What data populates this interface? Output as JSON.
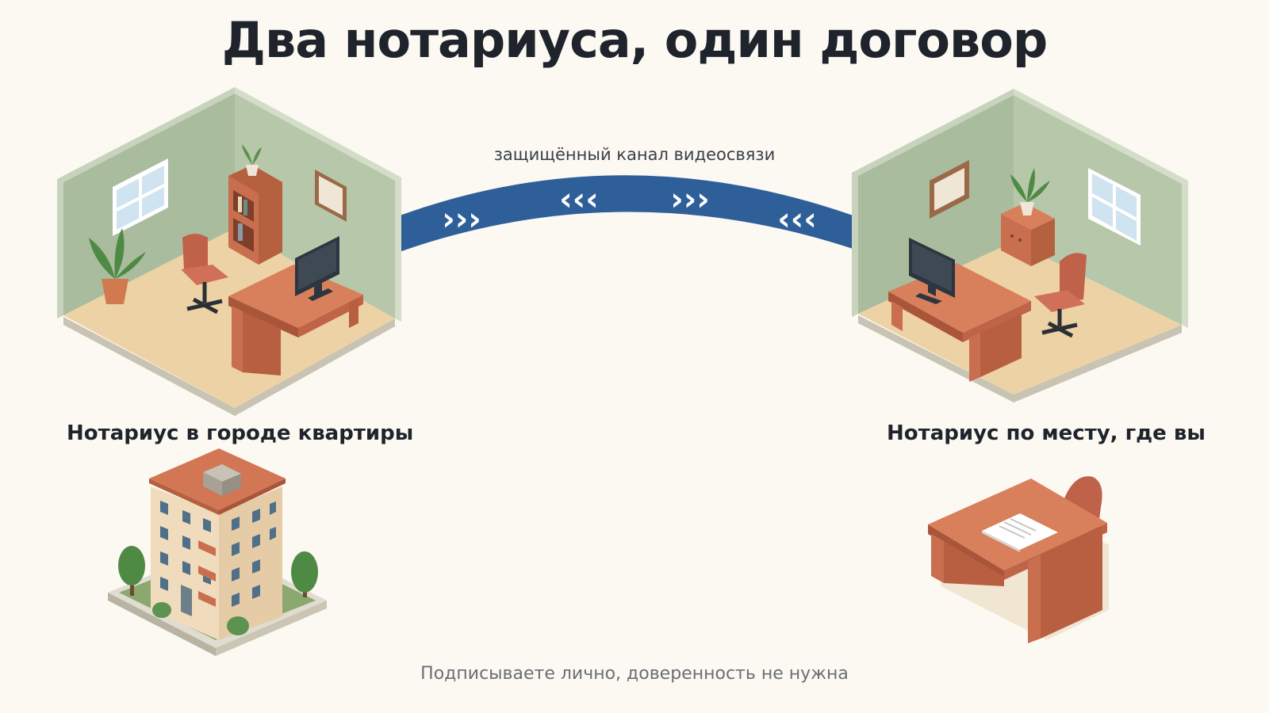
{
  "title": "Два нотариуса, один договор",
  "channel": {
    "label": "защищённый канал видеосвязи",
    "arrows": [
      "›››",
      "‹‹‹",
      "›››",
      "‹‹‹"
    ]
  },
  "left": {
    "caption": "Нотариус в городе квартиры"
  },
  "right": {
    "caption": "Нотариус по месту, где вы"
  },
  "footer": "Подписываете лично, доверенность не нужна",
  "colors": {
    "channel": "#2f5f99",
    "wall": "#a9bc9d",
    "floor": "#ecd2a5",
    "furniture": "#c96f4f"
  }
}
